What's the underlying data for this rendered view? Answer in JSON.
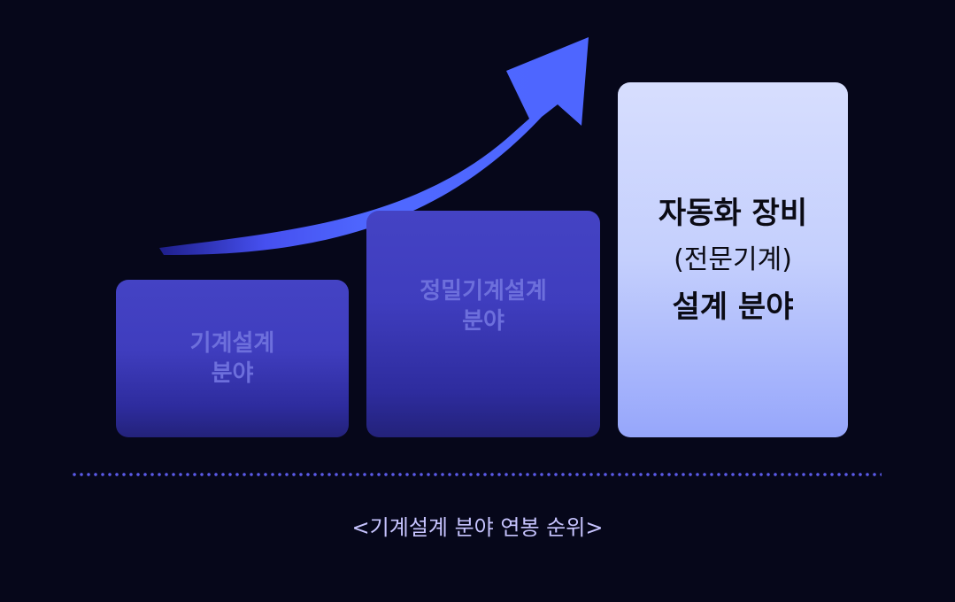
{
  "steps": [
    {
      "line1": "기계설계",
      "line2": "분야"
    },
    {
      "line1": "정밀기계설계",
      "line2": "분야"
    },
    {
      "line1": "자동화 장비",
      "line2": "(전문기계)",
      "line3": "설계 분야"
    }
  ],
  "caption": "<기계설계 분야 연봉 순위>",
  "colors": {
    "background": "#06071a",
    "arrow": "#4d63ff",
    "box": "#4443c4",
    "highlight": "#c4cffd",
    "caption": "#c7c4ff"
  }
}
